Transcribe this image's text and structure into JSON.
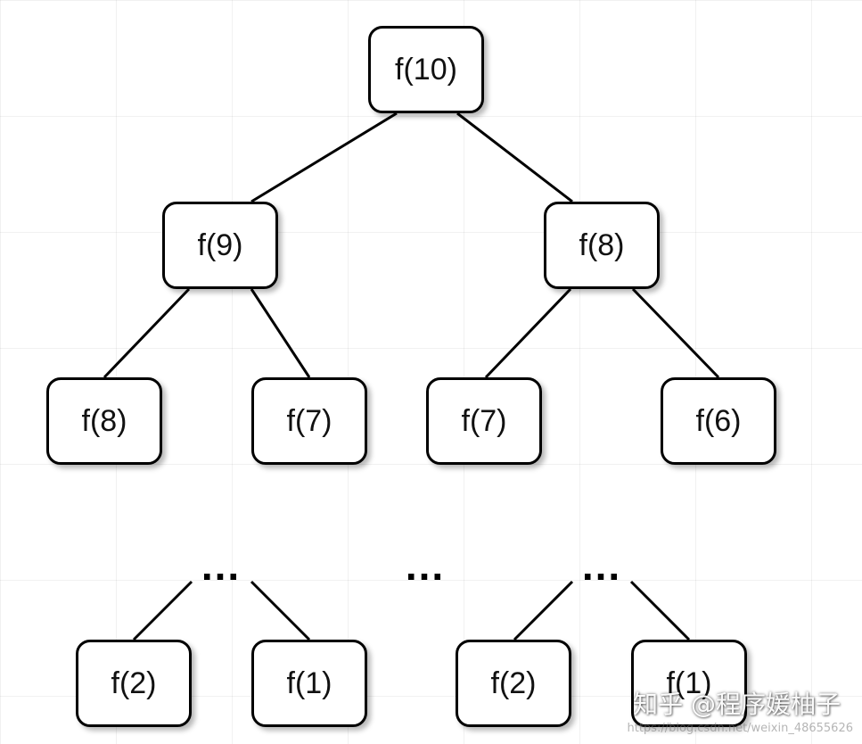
{
  "diagram": {
    "nodes": [
      {
        "id": "n10",
        "label": "f(10)"
      },
      {
        "id": "n9",
        "label": "f(9)"
      },
      {
        "id": "n8a",
        "label": "f(8)"
      },
      {
        "id": "n8b",
        "label": "f(8)"
      },
      {
        "id": "n7a",
        "label": "f(7)"
      },
      {
        "id": "n7b",
        "label": "f(7)"
      },
      {
        "id": "n6",
        "label": "f(6)"
      },
      {
        "id": "n2a",
        "label": "f(2)"
      },
      {
        "id": "n1a",
        "label": "f(1)"
      },
      {
        "id": "n2b",
        "label": "f(2)"
      },
      {
        "id": "n1b",
        "label": "f(1)"
      }
    ],
    "ellipses": [
      {
        "id": "e1",
        "label": "..."
      },
      {
        "id": "e2",
        "label": "..."
      },
      {
        "id": "e3",
        "label": "..."
      }
    ],
    "edges": [
      [
        "n10",
        "n9"
      ],
      [
        "n10",
        "n8a"
      ],
      [
        "n9",
        "n8b"
      ],
      [
        "n9",
        "n7a"
      ],
      [
        "n8a",
        "n7b"
      ],
      [
        "n8a",
        "n6"
      ],
      [
        "e1",
        "n2a"
      ],
      [
        "e1",
        "n1a"
      ],
      [
        "e3",
        "n2b"
      ],
      [
        "e3",
        "n1b"
      ]
    ]
  },
  "watermark": {
    "text": "知乎 @程序媛柚子",
    "url": "https://blog.csdn.net/weixin_48655626"
  }
}
